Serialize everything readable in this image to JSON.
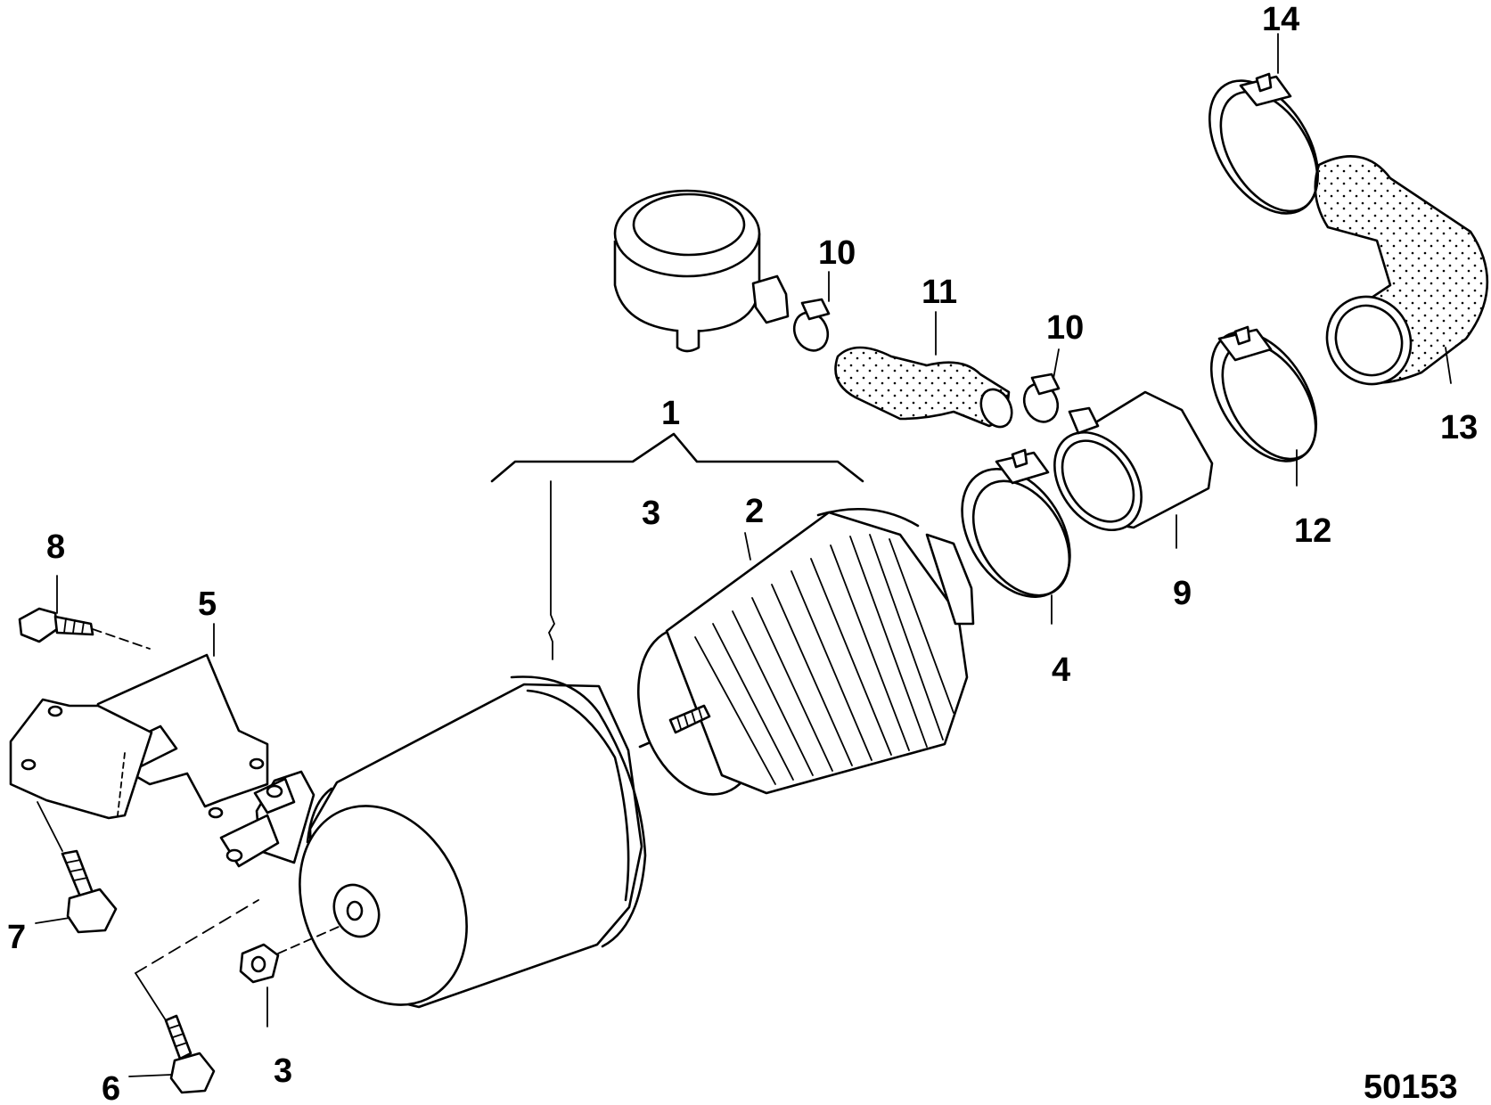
{
  "diagram": {
    "drawing_number": "50153",
    "callouts": {
      "c1": "1",
      "c2": "2",
      "c3_top": "3",
      "c3_bottom": "3",
      "c4": "4",
      "c5": "5",
      "c6": "6",
      "c7": "7",
      "c8": "8",
      "c9": "9",
      "c10_left": "10",
      "c10_right": "10",
      "c11": "11",
      "c12": "12",
      "c13": "13",
      "c14": "14"
    }
  }
}
